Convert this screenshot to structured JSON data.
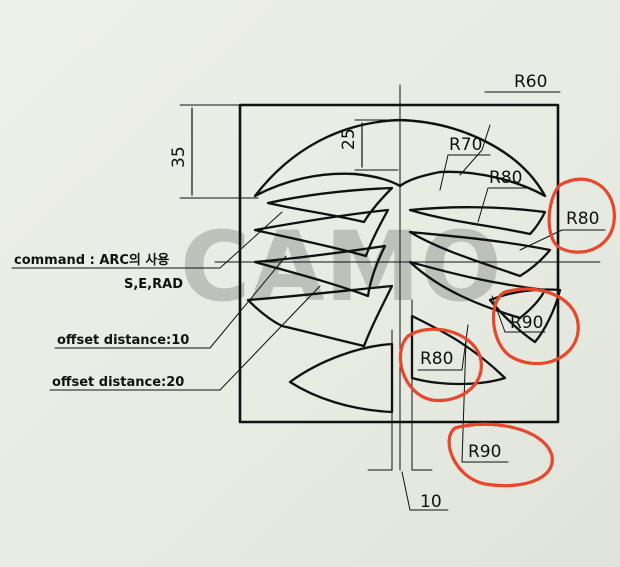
{
  "drawing": {
    "watermark": "CAMO",
    "notes": {
      "command": "command : ARC의 사용",
      "args": "S,E,RAD",
      "offset_10": "offset distance:10",
      "offset_20": "offset distance:20"
    },
    "dimensions": {
      "r60": "R60",
      "r70": "R70",
      "r80_right": "R80",
      "r80_circled": "R80",
      "r90_right": "R90",
      "r80_center": "R80",
      "r90_bottom": "R90",
      "d35": "35",
      "d25": "25",
      "d10": "10"
    },
    "colors": {
      "paper": "#e9ece4",
      "ink": "#111111",
      "highlight": "#e8472b"
    }
  }
}
